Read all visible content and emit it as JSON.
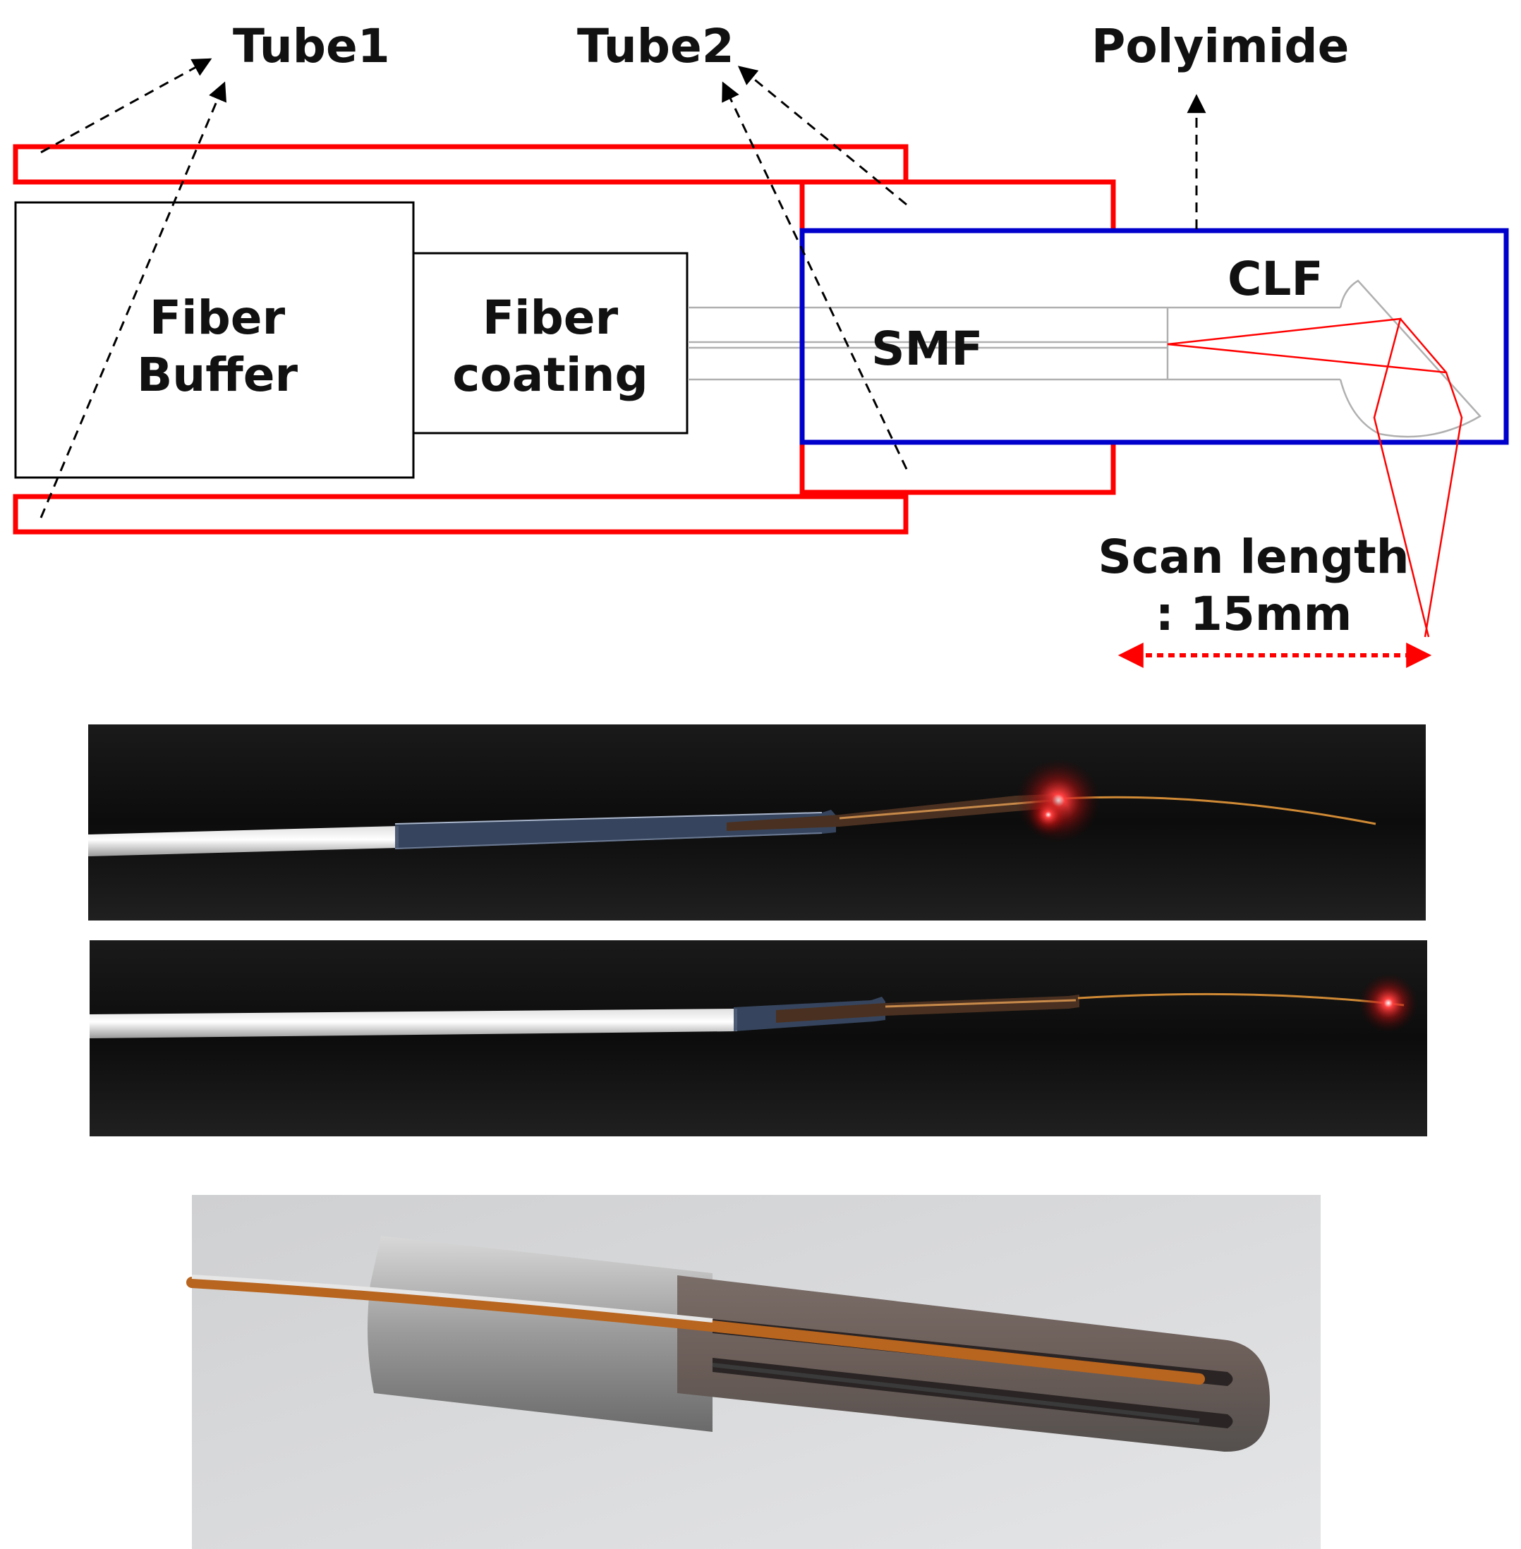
{
  "diagram": {
    "labels": {
      "tube1": "Tube1",
      "tube2": "Tube2",
      "polyimide": "Polyimide",
      "fiber_buffer_line1": "Fiber",
      "fiber_buffer_line2": "Buffer",
      "fiber_coating_line1": "Fiber",
      "fiber_coating_line2": "coating",
      "smf": "SMF",
      "clf": "CLF",
      "scan_length_line1": "Scan length",
      "scan_length_line2": ": 15mm"
    },
    "colors": {
      "tube_outline": "#ff0000",
      "polyimide_outline": "#0000cc",
      "component_outline": "#000000",
      "fiber_line": "#b0b0b0",
      "beam": "#ff0000",
      "leader_arrow": "#000000",
      "scan_arrow": "#ff0000"
    }
  },
  "photos": [
    {
      "name": "photo-probe-laser-mid",
      "description_icon": "fiber-probe-photo"
    },
    {
      "name": "photo-probe-laser-tip",
      "description_icon": "fiber-probe-photo"
    },
    {
      "name": "photo-probe-holder",
      "description_icon": "metal-holder-photo"
    }
  ]
}
